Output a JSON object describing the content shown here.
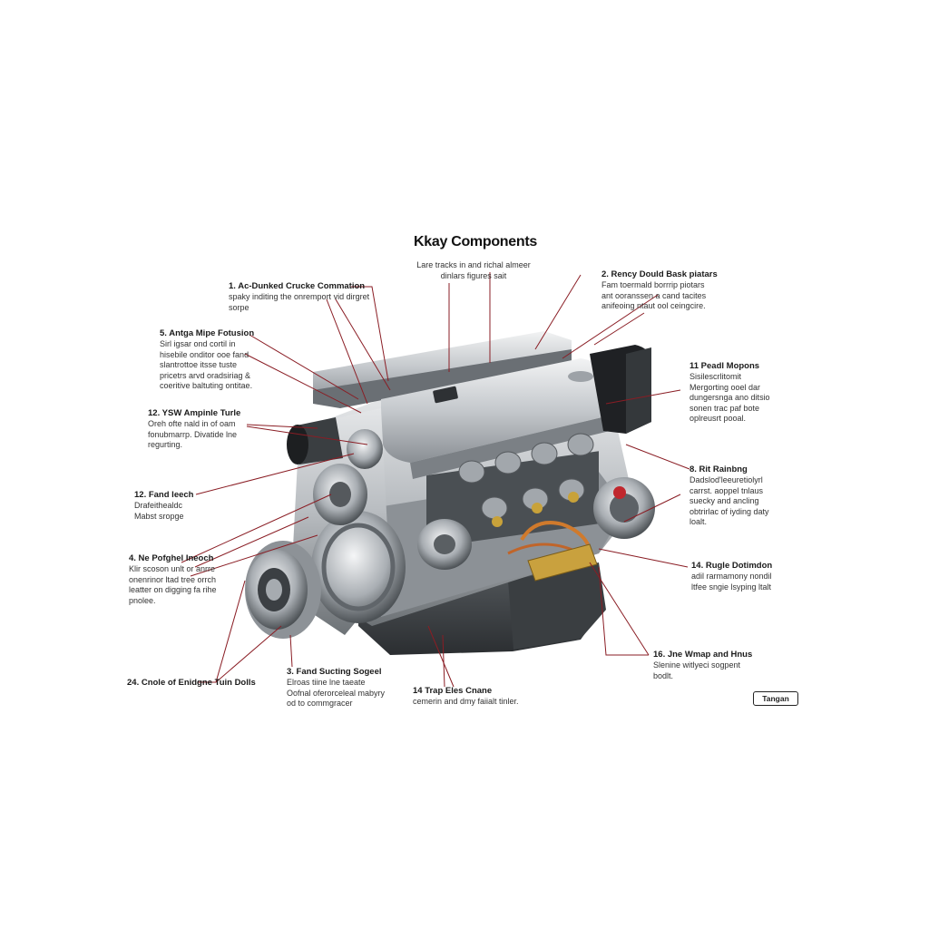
{
  "title": "Kkay Components",
  "title_note": "Lare tracks in and richal almeer dinlars figures sait",
  "stamp": "Tangan",
  "callouts": [
    {
      "id": "c1",
      "heading": "1. Ac-Dunked Crucke Commation",
      "desc": "spaky inditing the onremport vid dirgret sorpe"
    },
    {
      "id": "c2",
      "heading": "2. Rency Dould Bask piatars",
      "desc": "Fam toermald borrrip piotars ant ooranssen a cand tacites anifeoing ntaut ool ceingcire."
    },
    {
      "id": "c3",
      "heading": "5. Antga Mipe Fotusion",
      "desc": "Sirl igsar ond cortil in hisebile onditor ooe fand slantrottoe itsse tuste pricetrs arvd oradsiriag & coeritive baltuting ontitae."
    },
    {
      "id": "c4",
      "heading": "11 Peadl Mopons",
      "desc": "Sisilescrlitomit Mergorting ooel dar dungersnga ano ditsio sonen trac paf bote oplreusrt pooal."
    },
    {
      "id": "c5",
      "heading": "12. YSW Ampinle Turle",
      "desc": "Oreh ofte nald in of oam fonubmarrp. Divatide lne regurting."
    },
    {
      "id": "c6",
      "heading": "12. Fand leech",
      "desc": "Drafeithealdc Mabst sropge"
    },
    {
      "id": "c7",
      "heading": "8. Rit Rainbng",
      "desc": "Dadslod'leeuretiolyrl carrst. aoppel tnlaus suecky and ancling obtrirlac of iyding daty loalt."
    },
    {
      "id": "c8",
      "heading": "4. Ne Pofghel Ineoch",
      "desc": "Klir scoson unlt or anrre onenrinor ltad tree orrch leatter on digging fa rihe pnolee."
    },
    {
      "id": "c9",
      "heading": "14. Rugle Dotimdon",
      "desc": "adil rarmamony nondil ltfee sngie lsyping ltalt"
    },
    {
      "id": "c10",
      "heading": "16. Jne Wmap and Hnus",
      "desc": "Slenine witlyeci sogpent bodlt."
    },
    {
      "id": "c11",
      "heading": "3. Fand Sucting Sogeel",
      "desc": "Elroas tiine lne taeate Oofnal oferorceleal mabyry od to commgracer"
    },
    {
      "id": "c12",
      "heading": "14 Trap Eles Cnane",
      "desc": "cemerin and dmy faiialt tinler."
    },
    {
      "id": "c13",
      "heading": "24. Cnole of Enidgne Tuin Dolls",
      "desc": ""
    }
  ]
}
